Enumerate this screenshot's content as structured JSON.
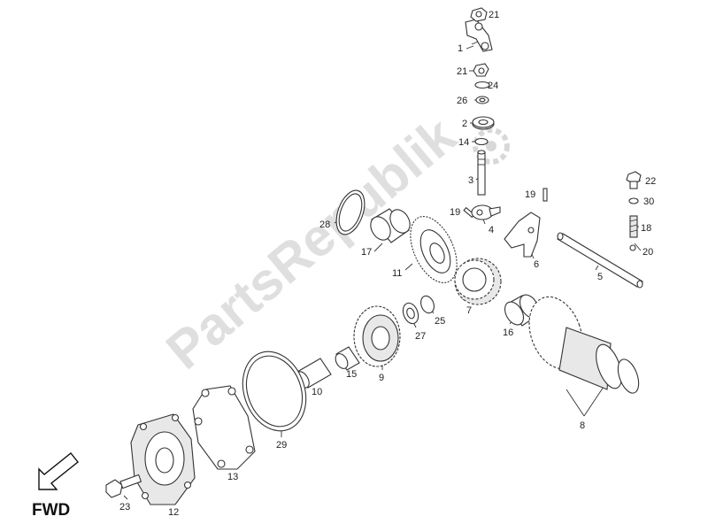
{
  "watermark": "PartsRepublik",
  "direction_label": "FWD",
  "callouts": [
    {
      "id": "21a",
      "label": "21"
    },
    {
      "id": "1",
      "label": "1"
    },
    {
      "id": "21b",
      "label": "21"
    },
    {
      "id": "24",
      "label": "24"
    },
    {
      "id": "26",
      "label": "26"
    },
    {
      "id": "2",
      "label": "2"
    },
    {
      "id": "14",
      "label": "14"
    },
    {
      "id": "3",
      "label": "3"
    },
    {
      "id": "19a",
      "label": "19"
    },
    {
      "id": "19b",
      "label": "19"
    },
    {
      "id": "4",
      "label": "4"
    },
    {
      "id": "28",
      "label": "28"
    },
    {
      "id": "17",
      "label": "17"
    },
    {
      "id": "11",
      "label": "11"
    },
    {
      "id": "6",
      "label": "6"
    },
    {
      "id": "22",
      "label": "22"
    },
    {
      "id": "30",
      "label": "30"
    },
    {
      "id": "18",
      "label": "18"
    },
    {
      "id": "20",
      "label": "20"
    },
    {
      "id": "5",
      "label": "5"
    },
    {
      "id": "7",
      "label": "7"
    },
    {
      "id": "25",
      "label": "25"
    },
    {
      "id": "27",
      "label": "27"
    },
    {
      "id": "16",
      "label": "16"
    },
    {
      "id": "10",
      "label": "10"
    },
    {
      "id": "15",
      "label": "15"
    },
    {
      "id": "9",
      "label": "9"
    },
    {
      "id": "29",
      "label": "29"
    },
    {
      "id": "13",
      "label": "13"
    },
    {
      "id": "8",
      "label": "8"
    },
    {
      "id": "23",
      "label": "23"
    },
    {
      "id": "12",
      "label": "12"
    }
  ]
}
